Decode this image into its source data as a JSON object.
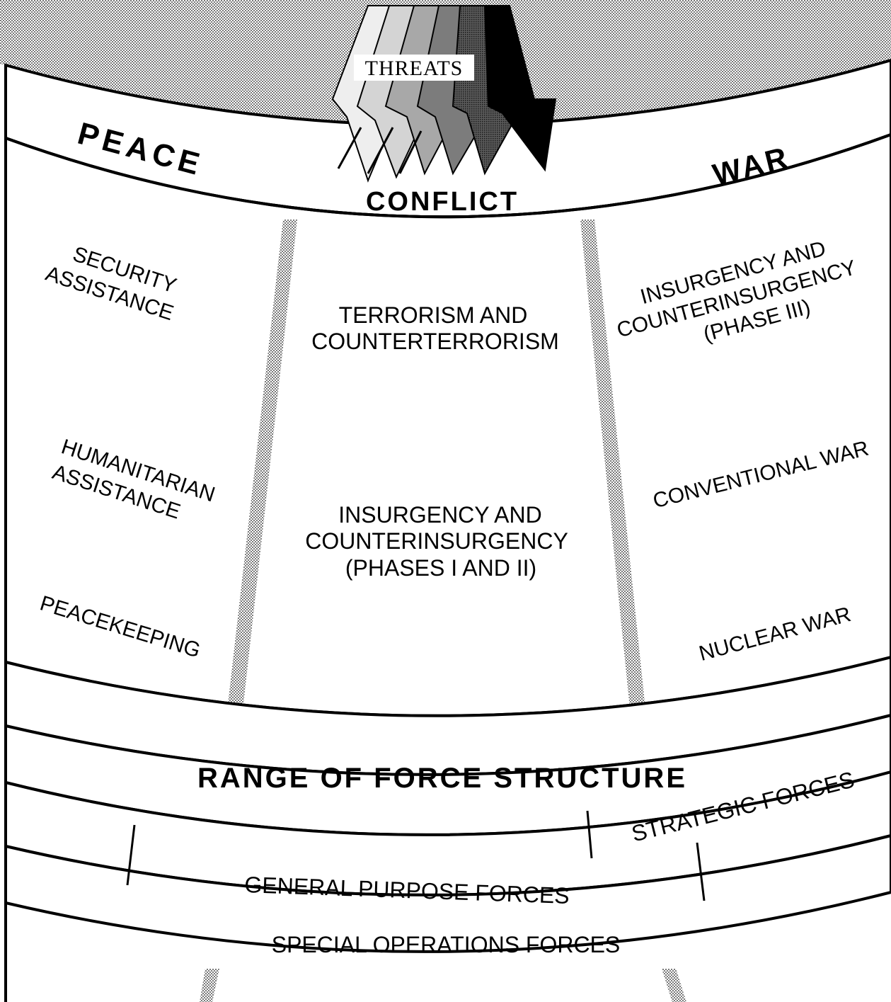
{
  "threats": {
    "label": "THREATS"
  },
  "band": {
    "peace": "PEACE",
    "conflict": "CONFLICT",
    "war": "WAR"
  },
  "peace_column": {
    "security_assistance": [
      "SECURITY",
      "ASSISTANCE"
    ],
    "humanitarian_assistance": [
      "HUMANITARIAN",
      "ASSISTANCE"
    ],
    "peacekeeping": "PEACEKEEPING"
  },
  "conflict_column": {
    "terrorism": [
      "TERRORISM  AND",
      "COUNTERTERRORISM"
    ],
    "insurgency_1_2": [
      "INSURGENCY  AND",
      "COUNTERINSURGENCY",
      "(PHASES I  AND II)"
    ]
  },
  "war_column": {
    "insurgency_3": [
      "INSURGENCY AND",
      "COUNTERINSURGENCY",
      "(PHASE III)"
    ],
    "conventional_war": "CONVENTIONAL WAR",
    "nuclear_war": "NUCLEAR WAR"
  },
  "force_structure": {
    "title": "RANGE OF FORCE STRUCTURE",
    "strategic": "STRATEGIC   FORCES",
    "general_purpose": "GENERAL  PURPOSE  FORCES",
    "special_operations": "SPECIAL OPERATIONS  FORCES"
  },
  "colors": {
    "ink": "#000000",
    "paper": "#ffffff",
    "stipple": "#bdbdbd"
  }
}
